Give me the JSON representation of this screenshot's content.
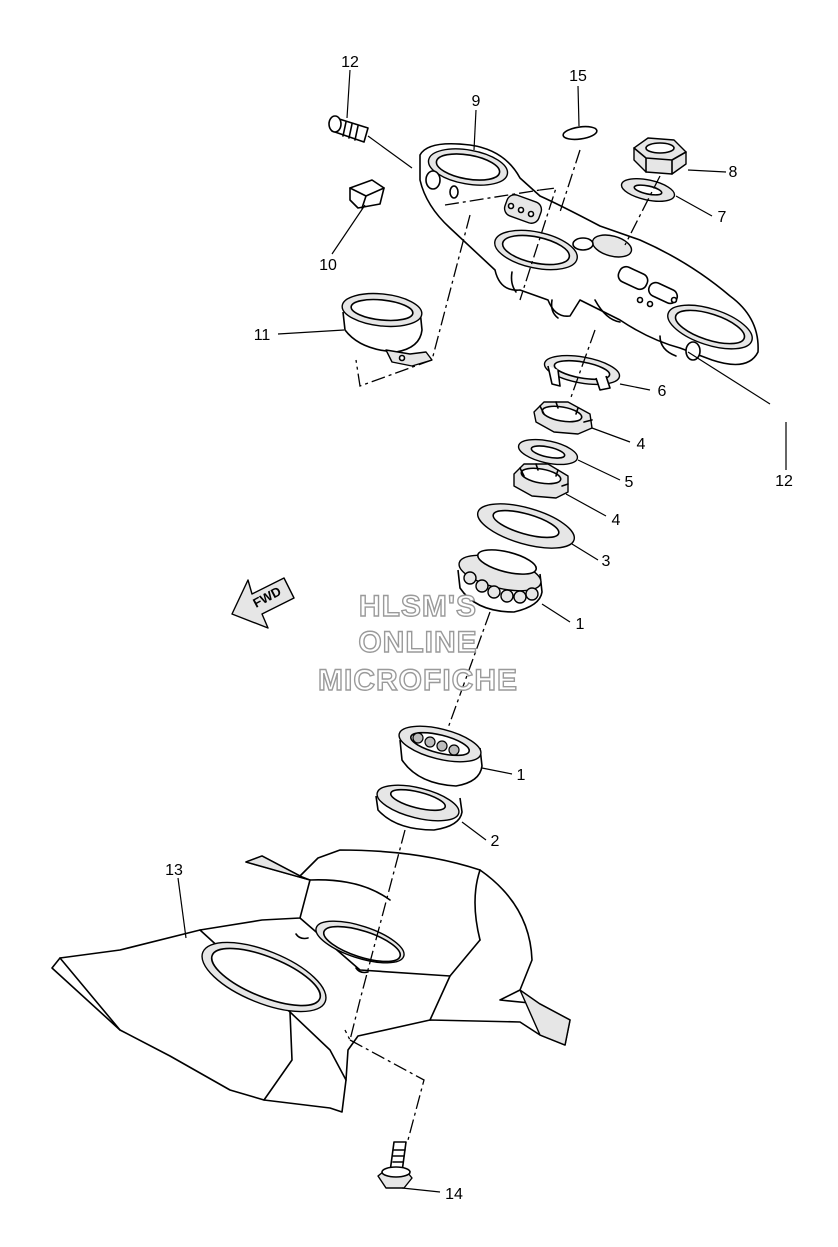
{
  "watermark": {
    "line1": "HLSM'S",
    "line2": "ONLINE",
    "line3": "MICROFICHE"
  },
  "fwd_label": "FWD",
  "callouts": {
    "c1_upper": "1",
    "c1_lower": "1",
    "c2": "2",
    "c3": "3",
    "c4_upper": "4",
    "c4_lower": "4",
    "c5": "5",
    "c6": "6",
    "c7": "7",
    "c8": "8",
    "c9": "9",
    "c10": "10",
    "c11": "11",
    "c12_left": "12",
    "c12_right": "12",
    "c13": "13",
    "c14": "14",
    "c15": "15"
  }
}
